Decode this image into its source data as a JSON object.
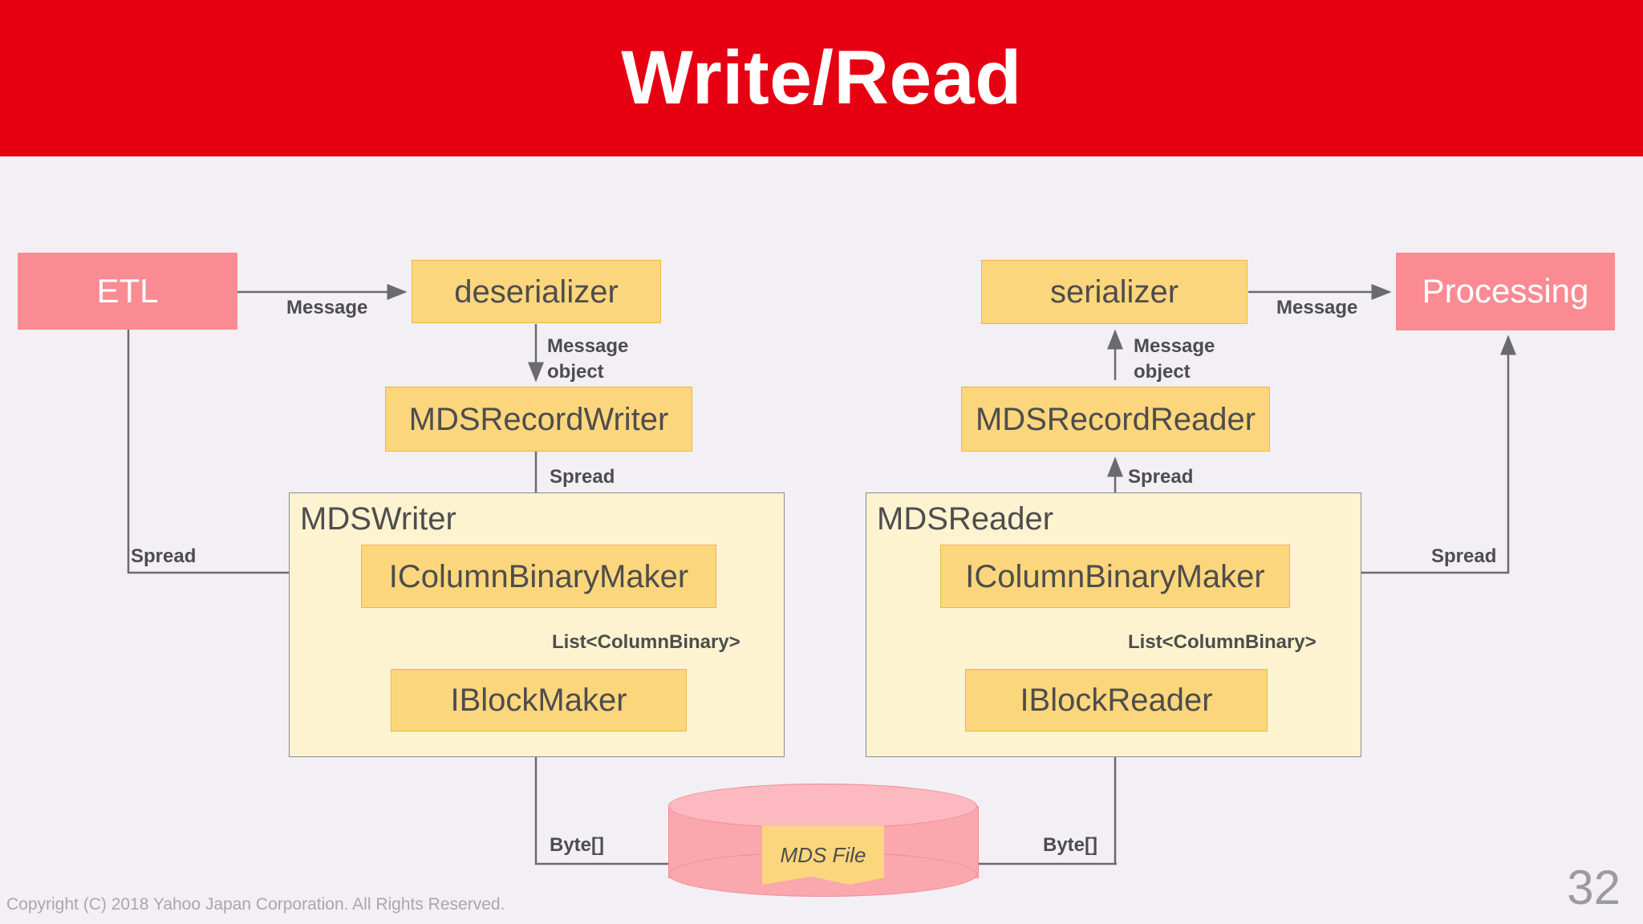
{
  "slide": {
    "title": "Write/Read",
    "page_number": "32",
    "copyright": "Copyright (C) 2018 Yahoo Japan Corporation. All Rights Reserved.",
    "header_color": "#e60012",
    "background_color": "#f2f0f4"
  },
  "palette": {
    "pink_node": "#fb8b93",
    "yellow_node": "#fcd67c",
    "container_fill": "#fdf3d1",
    "connector": "#6b6b6b",
    "label_text": "#4d4d4d",
    "cylinder": "#fba7ae"
  },
  "write_flow": {
    "source_node": "ETL",
    "deserializer": "deserializer",
    "record_writer": "MDSRecordWriter",
    "container_label": "MDSWriter",
    "column_binary_maker": "IColumnBinaryMaker",
    "block_maker": "IBlockMaker",
    "labels": {
      "message": "Message",
      "message_object": "Message\nobject",
      "message_object_line1": "Message",
      "message_object_line2": "object",
      "spread_top": "Spread",
      "spread_side": "Spread",
      "list_column_binary": "List<ColumnBinary>",
      "byte_array": "Byte[]"
    }
  },
  "read_flow": {
    "sink_node": "Processing",
    "serializer": "serializer",
    "record_reader": "MDSRecordReader",
    "container_label": "MDSReader",
    "column_binary_maker": "IColumnBinaryMaker",
    "block_reader": "IBlockReader",
    "labels": {
      "message": "Message",
      "message_object_line1": "Message",
      "message_object_line2": "object",
      "spread_top": "Spread",
      "spread_side": "Spread",
      "list_column_binary": "List<ColumnBinary>",
      "byte_array": "Byte[]"
    }
  },
  "datastore": {
    "label": "MDS File"
  }
}
